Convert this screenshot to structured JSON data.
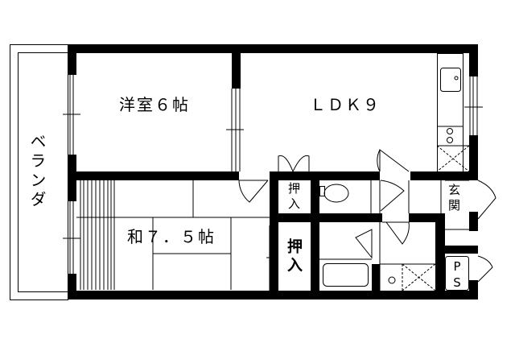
{
  "floor_plan": {
    "rooms": [
      {
        "id": "western",
        "label": "洋室６帖"
      },
      {
        "id": "ldk",
        "label": "ＬＤＫ９"
      },
      {
        "id": "japanese",
        "label": "和７．５帖"
      },
      {
        "id": "veranda",
        "label": "ベランダ"
      },
      {
        "id": "closet_small",
        "label": "押入"
      },
      {
        "id": "closet_large",
        "label": "押入"
      },
      {
        "id": "entrance",
        "label": "玄関"
      },
      {
        "id": "pipe_space",
        "label": "PS"
      }
    ],
    "fixtures": [
      "kitchen-sink",
      "gas-stove",
      "refrigerator-space",
      "toilet",
      "bathtub",
      "washbasin",
      "washing-machine-space"
    ],
    "colors": {
      "wall": "#000000",
      "line": "#000000",
      "background": "#ffffff"
    }
  }
}
